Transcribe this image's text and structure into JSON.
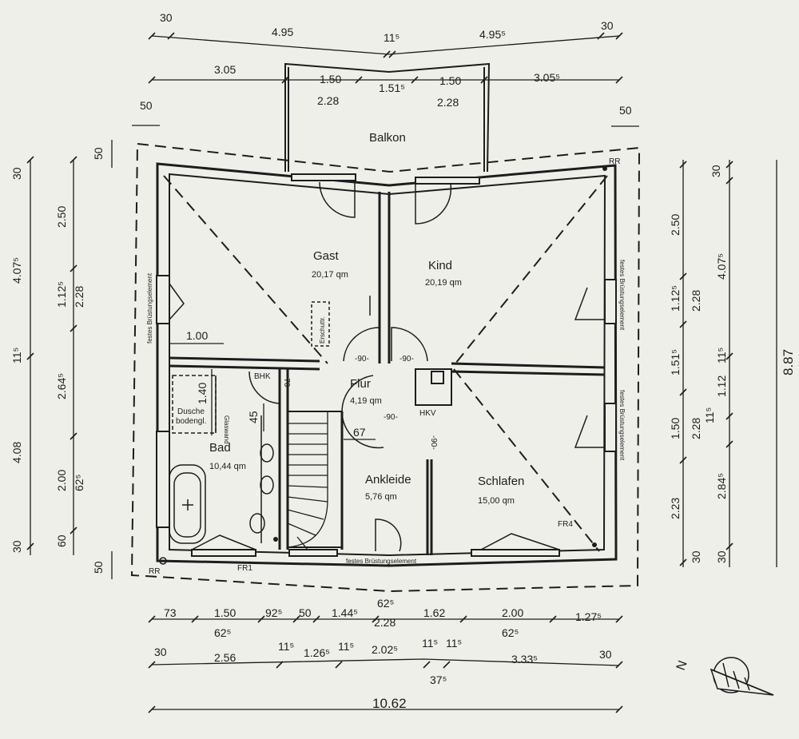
{
  "rooms": {
    "balkon": {
      "name": "Balkon"
    },
    "gast": {
      "name": "Gast",
      "area": "20,17 qm"
    },
    "kind": {
      "name": "Kind",
      "area": "20,19 qm"
    },
    "flur": {
      "name": "Flur",
      "area": "4,19 qm"
    },
    "bad": {
      "name": "Bad",
      "area": "10,44 qm"
    },
    "ankleide": {
      "name": "Ankleide",
      "area": "5,76 qm"
    },
    "schlafen": {
      "name": "Schlafen",
      "area": "15,00 qm"
    }
  },
  "labels": {
    "erschuettr": "Erschuttr.",
    "dusche": "Dusche",
    "bodengl": "bodengl.",
    "glaswand": "Glaswand",
    "bhk": "BHK",
    "hkv": "HKV",
    "fr1": "FR1",
    "fr4": "FR4",
    "rr_top": "RR",
    "rr_bottom": "RR",
    "brust_left": "festes Brüstungselement",
    "brust_right_top": "festes Brüstungselement",
    "brust_right_bottom": "festes Brüstungselement",
    "brust_bottom": "festes Brüstungselement",
    "door_gast": "-90-",
    "door_kind": "-90-",
    "door_flur": "-90-",
    "door_ankleide": "-90-",
    "door_bad": "-70-",
    "dim_100": "1.00",
    "dim_140": "1.40",
    "dim_45": "45",
    "dim_67": "67"
  },
  "dims": {
    "top1": [
      "30",
      "4.95",
      "11⁵",
      "4.95⁵",
      "30"
    ],
    "top2": [
      "3.05",
      "1.50",
      "2.28",
      "1.51⁵",
      "1.50",
      "2.28",
      "3.05⁵"
    ],
    "top_corner_left": "50",
    "top_corner_right": "50",
    "left_outer": [
      "30",
      "4.07⁵",
      "11⁵",
      "4.08",
      "30"
    ],
    "left_inner": [
      "50",
      "2.50",
      "1.12⁵",
      "2.28",
      "2.64⁵",
      "2.00",
      "62⁵",
      "60",
      "50"
    ],
    "right_inner": [
      "2.50",
      "1.12⁵",
      "2.28",
      "1.51⁵",
      "1.50",
      "2.28",
      "2.23",
      "30"
    ],
    "right_outer": [
      "30",
      "4.07⁵",
      "11⁵",
      "1.12",
      "11⁵",
      "2.84⁵",
      "30"
    ],
    "right_total": "8.87",
    "bottom1": [
      "73",
      "1.50",
      "62⁵",
      "92⁵",
      "50",
      "1.44⁵",
      "62⁵",
      "2.28",
      "1.62",
      "2.00",
      "62⁵",
      "1.27⁵"
    ],
    "bottom2": [
      "30",
      "2.56",
      "11⁵",
      "1.26⁵",
      "11⁵",
      "2.02⁵",
      "11⁵",
      "11⁵",
      "37⁵",
      "3.33⁵",
      "30"
    ],
    "bottom_total": "10.62"
  },
  "compass": {
    "label": "N"
  },
  "colors": {
    "ink": "#1d1d1d",
    "paper": "#efefea"
  }
}
